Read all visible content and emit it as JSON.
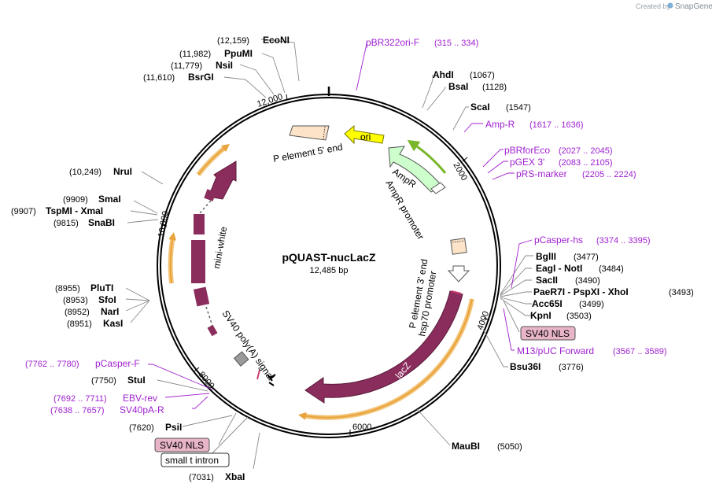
{
  "credit": {
    "prefix": "Created by",
    "brand": "SnapGene"
  },
  "plasmid": {
    "name": "pQUAST-nucLacZ",
    "size": "12,485 bp"
  },
  "ticks": [
    "2000",
    "4000",
    "6000",
    "8000",
    "10,000",
    "12,000"
  ],
  "enzymes": [
    {
      "name": "EcoNI",
      "pos": "(12,159)"
    },
    {
      "name": "PpuMI",
      "pos": "(11,982)"
    },
    {
      "name": "NsiI",
      "pos": "(11,779)"
    },
    {
      "name": "BsrGI",
      "pos": "(11,610)"
    },
    {
      "name": "AhdI",
      "pos": "(1067)"
    },
    {
      "name": "BsaI",
      "pos": "(1128)"
    },
    {
      "name": "ScaI",
      "pos": "(1547)"
    },
    {
      "name": "NruI",
      "pos": "(10,249)"
    },
    {
      "name": "SmaI",
      "pos": "(9909)"
    },
    {
      "name": "TspMI - XmaI",
      "pos": "(9907)"
    },
    {
      "name": "SnaBI",
      "pos": "(9815)"
    },
    {
      "name": "PluTI",
      "pos": "(8955)"
    },
    {
      "name": "SfoI",
      "pos": "(8953)"
    },
    {
      "name": "NarI",
      "pos": "(8952)"
    },
    {
      "name": "KasI",
      "pos": "(8951)"
    },
    {
      "name": "BglII",
      "pos": "(3477)"
    },
    {
      "name": "EagI - NotI",
      "pos": "(3484)"
    },
    {
      "name": "SacII",
      "pos": "(3490)"
    },
    {
      "name": "PaeR7I - PspXI - XhoI",
      "pos": "(3493)"
    },
    {
      "name": "Acc65I",
      "pos": "(3499)"
    },
    {
      "name": "KpnI",
      "pos": "(3503)"
    },
    {
      "name": "Bsu36I",
      "pos": "(3776)"
    },
    {
      "name": "MauBI",
      "pos": "(5050)"
    },
    {
      "name": "StuI",
      "pos": "(7750)"
    },
    {
      "name": "PsiI",
      "pos": "(7620)"
    },
    {
      "name": "XbaI",
      "pos": "(7031)"
    }
  ],
  "primers": [
    {
      "name": "pBR322ori-F",
      "pos": "(315 .. 334)"
    },
    {
      "name": "Amp-R",
      "pos": "(1617 .. 1636)"
    },
    {
      "name": "pBRforEco",
      "pos": "(2027 .. 2045)"
    },
    {
      "name": "pGEX 3'",
      "pos": "(2083 .. 2105)"
    },
    {
      "name": "pRS-marker",
      "pos": "(2205 .. 2224)"
    },
    {
      "name": "pCasper-hs",
      "pos": "(3374 .. 3395)"
    },
    {
      "name": "M13/pUC Forward",
      "pos": "(3567 .. 3589)"
    },
    {
      "name": "pCasper-F",
      "pos": "(7762 .. 7780)"
    },
    {
      "name": "EBV-rev",
      "pos": "(7692 .. 7711)"
    },
    {
      "name": "SV40pA-R",
      "pos": "(7638 .. 7657)"
    }
  ],
  "boxed_features": [
    "SV40 NLS",
    "SV40 NLS",
    "small t intron"
  ],
  "features": [
    "ori",
    "P element 5' end",
    "AmpR",
    "AmpR promoter",
    "P element 3' end",
    "hsp70 promoter",
    "lacZ",
    "mini-white",
    "SV40 poly(A) signal"
  ],
  "colors": {
    "backbone": "#000000",
    "lacZ": "#8b2d5c",
    "mini_white": "#8b2d5c",
    "ori": "#ffff00",
    "AmpR": "#ccffcc",
    "AmpR_promoter": "#ffffff",
    "p_element": "#fde3c8",
    "orf": "#e8a33c",
    "orf_green": "#7ab62b",
    "primer": "#a020d0",
    "sv40_nls_fill": "#e8b4c8",
    "polyA": "#9a9a9a"
  }
}
